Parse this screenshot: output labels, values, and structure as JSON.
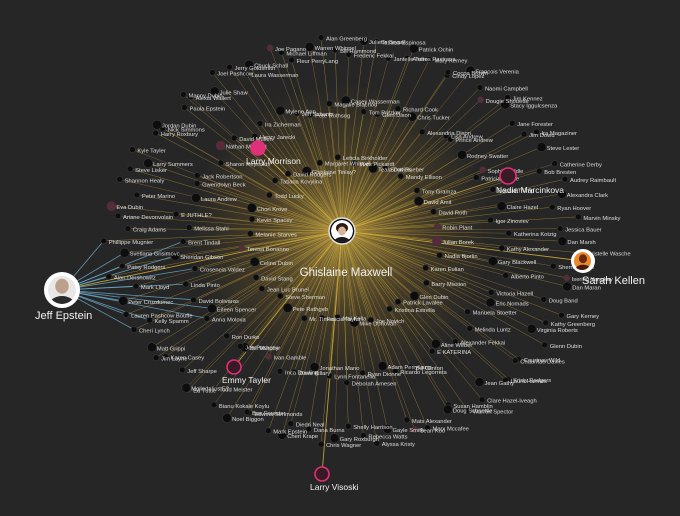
{
  "chart_data": {
    "type": "network",
    "colors": {
      "background": "#262626",
      "edge_main": "#d9b43a",
      "edge_side": "#6fb3d6",
      "edge_spoke": "#c98a3a",
      "node": "#0d0d0d",
      "node_stroke": "#3a3a3a",
      "hub": "#e0307a",
      "label": "#dedede",
      "hub_label": "#f2f2f2"
    },
    "center": {
      "label": "Ghislaine Maxwell",
      "icon": "portrait-avatar"
    },
    "hubs": [
      {
        "label": "Jeff Epstein",
        "icon": "portrait-avatar"
      },
      {
        "label": "Sarah Kellen",
        "icon": "portrait-avatar"
      },
      {
        "label": "Larry Morrison",
        "icon": "pink-dot"
      },
      {
        "label": "Nadia Marcinkova",
        "icon": "portrait-avatar"
      },
      {
        "label": "Emmy Tayler",
        "icon": "portrait-avatar"
      },
      {
        "label": "Larry Visoski",
        "icon": "portrait-avatar"
      }
    ],
    "nodes": [
      "Julian Borek",
      "Nadia Bjorlin",
      "Karen Eulian",
      "Barry Mission",
      "Glen Dubin",
      "Patrick Lavalee",
      "Kristina Estrella",
      "Joe Novich",
      "Mike Donovan",
      "Mai Kella",
      "Felicia Taylor",
      "Mr. Times",
      "Pete Rathgeb",
      "Steve Sherman",
      "Jean Luc Brunel",
      "David Stang",
      "Celina Dubin",
      "Teresa Bonanno",
      "Melanie Starves",
      "Kevin Spacey",
      "Chori Krove",
      "Todd Lucky",
      "Tatiana Kovylina",
      "David Rodgers",
      "Ghislaine Tinlay?",
      "Margaret Whippel",
      "Leticia Birkholder",
      "Yves Pickardt",
      "Teala Davies",
      "Scott Rueber",
      "Mandy Ellison",
      "Tony Gramza",
      "David Amit",
      "David Roth",
      "Robin Plant",
      "Victoria Hazell",
      "Eric Nomads",
      "Manuela Stoetter",
      "Melinda Luntz",
      "Alexander Fekkai",
      "Aline Weber",
      "E KATERINA",
      "Bill Clinton",
      "Ricardo Legorreta",
      "Adam PerryLang",
      "Ryan Dionne",
      "Deborah Amesen",
      "Lynn Fontanella",
      "Jonathan Mano",
      "Dave Killary",
      "Inca Dowling",
      "Ivan Gamble",
      "Bill Murphy",
      "Joe Pashcow",
      "Ron Durko",
      "Anna Molova",
      "Eileen Spencer",
      "David Bolivaras",
      "Linda Pinto",
      "Crosencia Valdez",
      "Sheridan Gibson",
      "Brent Tindall",
      "Melissa Stahl",
      "E JUTHLE?",
      "Laura Andrew",
      "Gwendolyn Beck",
      "Jack Robertson",
      "Sharon Reynolds",
      "Nathan Myerold",
      "David Mullen",
      "Henry Jarecki",
      "Ira Zicherman",
      "Mylene Ann",
      "Jeff Schantz",
      "Pete Rothsog",
      "Magalie Blachou",
      "Casey Wasserman",
      "Tom Pritzker",
      "Glen Dixon",
      "Richard Cook",
      "Chris Tucker",
      "Alexandria Dixon",
      "Lisa Andrew",
      "Prince Andrew",
      "Rodney Swatter",
      "Sophie Biddle",
      "Patricia Cayne",
      "Donald Trump",
      "Claire Hazel",
      "Igor Zinoviev",
      "Katherina Kotzig",
      "Kathy Alexander",
      "Gary Blackwell",
      "Alberto Pinto",
      "Kristy Rodgers",
      "Laura Hannes",
      "Jean Gathy",
      "Clare Hazel-Iveagh",
      "Warren Spector",
      "Susan Hamblin",
      "Doug Schoettle",
      "Marx Mccafee",
      "Sean Koo",
      "Mats Alexander",
      "Gayle Smith",
      "Alyssa Kristy",
      "Rebecca Watts",
      "Shelly Harrison",
      "Gary Roxburgh",
      "Chris Wagner",
      "Dana Burns",
      "Diedri Neal",
      "Cheri Krape",
      "Mark Epstein",
      "Edwina Simmonds",
      "Ben Forester",
      "Noel Biggon",
      "Bianu Kokale Koylu",
      "Todd Meister",
      "Ed Tuttle",
      "Mglindalins E?",
      "Jeff Sharpe",
      "Jim Layne",
      "Karen Casey",
      "Matt Grippi",
      "Cheri Lynch",
      "Kelly Spamm",
      "Lauren Pashcow Bouffe",
      "Peter Cruzdumec",
      "Mark Lloyd",
      "Alan Dershowitz",
      "Patsy Rodgers",
      "Svetlana Grisimovc",
      "Phillippe Mugnier",
      "Craig Adams",
      "Ariane Devonvolain",
      "Eva Dubin",
      "Peter Marino",
      "Shannon Healy",
      "Steve Lisker",
      "Larry Summers",
      "Kyle Tayler",
      "Harry Roxbury",
      "Nick Simmons",
      "Jordan Dubin",
      "Paula Epstein",
      "Manny Dubin",
      "Alexia Wallert",
      "Julie Shaw",
      "Joel Pashcow",
      "Jerry Goldsmith",
      "Laura Wasserman",
      "Chuck Schall",
      "Joe Pagano",
      "Michael Liffman",
      "Fleur PerryLang",
      "Warren Whippel",
      "Alan Greenberg",
      "Bill Hammond",
      "Frederic Fekkai",
      "Juliette Bryant",
      "Tatiana Espinosa",
      "Jantelle Torie",
      "Andros Pastrana",
      "Patrick Ochin",
      "Mary Kerney",
      "Cindy Lopez",
      "Cocoa Brown",
      "Francois Verenia",
      "Naomi Campbell",
      "Dougie Shouette",
      "Jim Kennez",
      "Stacy Iggulcsenza",
      "Jane Forester",
      "Ira Magaziner",
      "Jim Dowd",
      "Steve Lester",
      "Catherine Derby",
      "Bob Bresten",
      "Audrey Raimbault",
      "Alexandra Clark",
      "Ryan Hoover",
      "Marvin Minsky",
      "Jessica Bauer",
      "Dan Marsh",
      "Christelle Wasche",
      "Sherrie Crape",
      "Isering Yangkay",
      "Dan Maran",
      "Doug Band",
      "Gary Kerney",
      "Kathy Greenberg",
      "Virginia Roberts",
      "Glenn Dubin",
      "Courtney Wild",
      "Chauntae Davies"
    ]
  }
}
